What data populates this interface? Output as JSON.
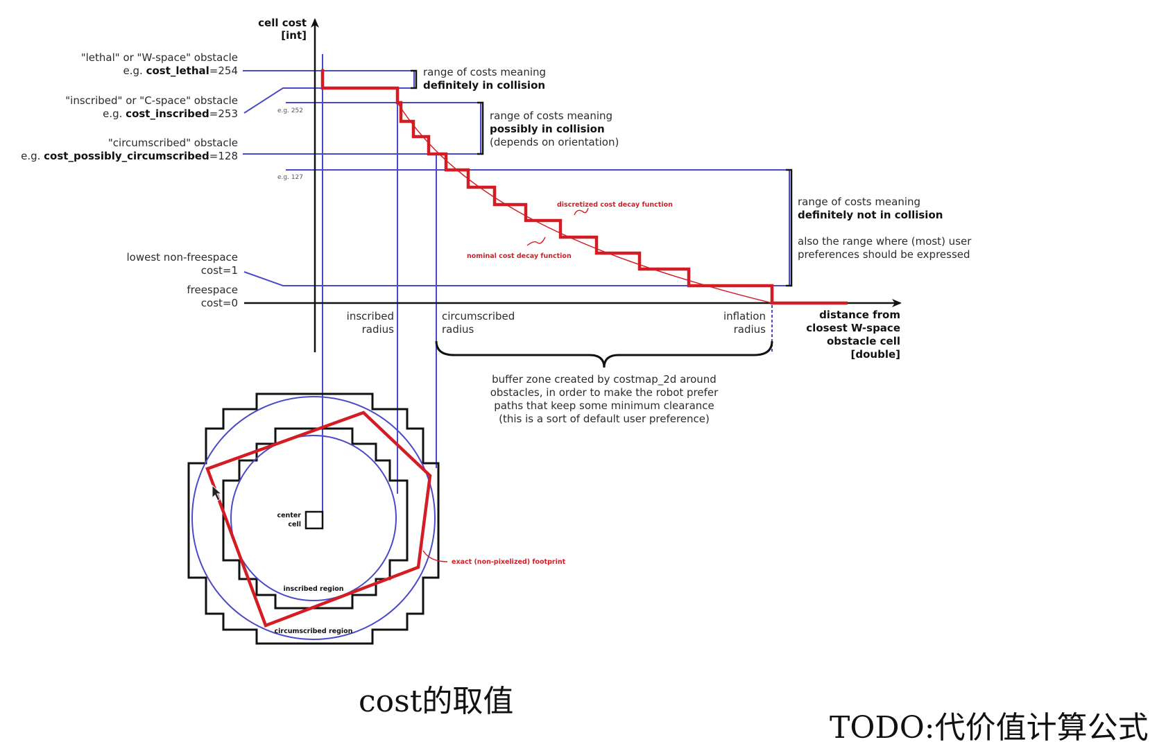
{
  "axes": {
    "y_label_line1": "cell cost",
    "y_label_line2": "[int]",
    "x_label_line1": "distance from",
    "x_label_line2": "closest W-space",
    "x_label_line3": "obstacle cell",
    "x_label_line4": "[double]"
  },
  "levels": {
    "lethal_line1": "\"lethal\" or \"W-space\" obstacle",
    "lethal_prefix": "e.g. ",
    "lethal_name": "cost_lethal",
    "lethal_value": "=254",
    "inscribed_line1": "\"inscribed\" or \"C-space\" obstacle",
    "inscribed_prefix": "e.g. ",
    "inscribed_name": "cost_inscribed",
    "inscribed_value": "=253",
    "circ_line1": "\"circumscribed\" obstacle",
    "circ_prefix": "e.g. ",
    "circ_name": "cost_possibly_circumscribed",
    "circ_value": "=128",
    "eg252": "e.g. 252",
    "eg127": "e.g. 127",
    "lowest_line1": "lowest non-freespace",
    "lowest_line2": "cost=1",
    "free_line1": "freespace",
    "free_line2": "cost=0"
  },
  "ranges": {
    "collision_line1": "range of costs meaning",
    "collision_line2": "definitely in collision",
    "possibly_line1": "range of costs meaning",
    "possibly_line2": "possibly in collision",
    "possibly_line3": "(depends on orientation)",
    "notcol_line1": "range of costs meaning",
    "notcol_line2": "definitely not in collision",
    "notcol_line3": "also the range where (most) user",
    "notcol_line4": "preferences should be expressed"
  },
  "radii": {
    "inscribed_line1": "inscribed",
    "inscribed_line2": "radius",
    "circ_line1": "circumscribed",
    "circ_line2": "radius",
    "inflation_line1": "inflation",
    "inflation_line2": "radius"
  },
  "functions": {
    "discretized": "discretized cost decay function",
    "nominal": "nominal cost decay function"
  },
  "buffer": {
    "line1": "buffer zone created by costmap_2d around",
    "line2": "obstacles, in order to make the robot prefer",
    "line3": "paths that keep some minimum clearance",
    "line4": "(this is a sort of default user preference)"
  },
  "footprint": {
    "center_line1": "center",
    "center_line2": "cell",
    "inscribed_region": "inscribed region",
    "circumscribed_region": "circumscribed region",
    "exact": "exact (non-pixelized) footprint"
  },
  "captions": {
    "main": "cost的取值",
    "todo": "TODO:代价值计算公式"
  },
  "colors": {
    "guide_blue": "#4a4ac8",
    "step_red": "#d41c24",
    "outline_black": "#111111"
  }
}
